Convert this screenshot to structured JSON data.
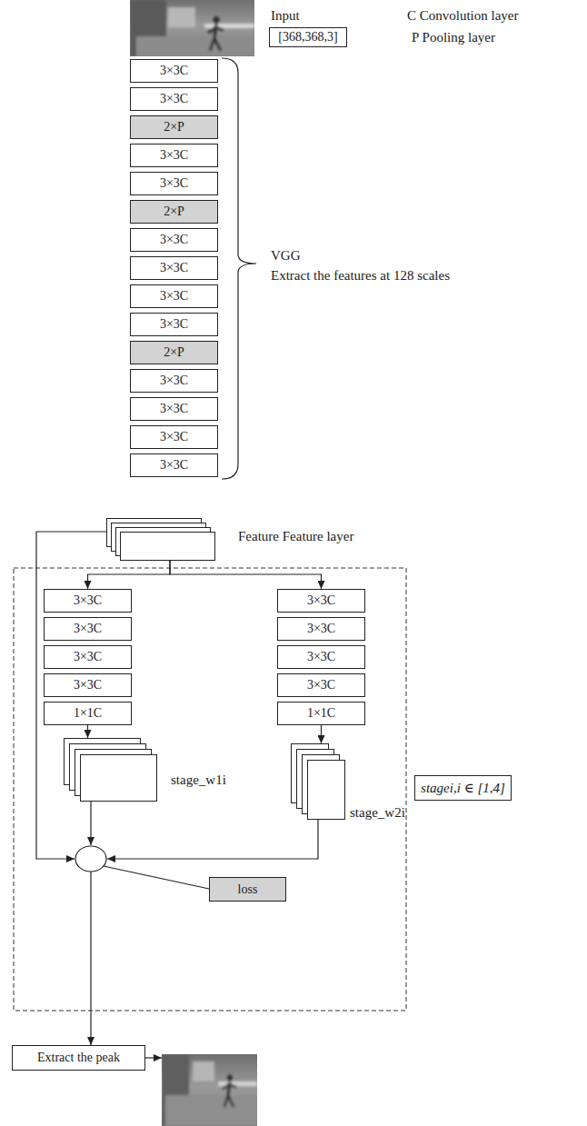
{
  "diagram": {
    "nodes": [
      {
        "text": [
          "[368,368,3]"
        ]
      },
      {
        "text": [
          "3×3C"
        ]
      },
      {
        "text": [
          "3×3C"
        ]
      },
      {
        "text": [
          "2×P"
        ]
      },
      {
        "text": [
          "3×3C"
        ]
      },
      {
        "text": [
          "3×3C"
        ]
      },
      {
        "text": [
          "2×P"
        ]
      },
      {
        "text": [
          "3×3C"
        ]
      },
      {
        "text": [
          "3×3C"
        ]
      },
      {
        "text": [
          "3×3C"
        ]
      },
      {
        "text": [
          "3×3C"
        ]
      },
      {
        "text": [
          "2×P"
        ]
      },
      {
        "text": [
          "3×3C"
        ]
      },
      {
        "text": [
          "3×3C"
        ]
      },
      {
        "text": [
          "3×3C"
        ]
      },
      {
        "text": [
          "3×3C"
        ]
      },
      {
        "text": [
          "Feature Feature layer"
        ]
      },
      {
        "text": [
          "3×3C"
        ]
      },
      {
        "text": [
          "3×3C"
        ]
      },
      {
        "text": [
          "3×3C"
        ]
      },
      {
        "text": [
          "3×3C"
        ]
      },
      {
        "text": [
          "1×1C"
        ]
      },
      {
        "text": [
          "3×3C"
        ]
      },
      {
        "text": [
          "3×3C"
        ]
      },
      {
        "text": [
          "3×3C"
        ]
      },
      {
        "text": [
          "3×3C"
        ]
      },
      {
        "text": [
          "1×1C"
        ]
      },
      {
        "text": [
          "stage_w1i"
        ]
      },
      {
        "text": [
          "stage_w2i"
        ]
      },
      {
        "text": [
          "stagei,i ∈ [1,4]"
        ]
      },
      {
        "text": [
          "loss"
        ]
      },
      {
        "text": [
          "Extract the peak"
        ]
      }
    ],
    "edges": [
      {
        "from": 16,
        "to": 17,
        "arrow": "to"
      },
      {
        "from": 16,
        "to": 22,
        "arrow": "to"
      },
      {
        "from": 21,
        "to": 27,
        "arrow": "to"
      },
      {
        "from": 26,
        "to": 28,
        "arrow": "to"
      }
    ],
    "labels": [
      "Input",
      "C Convolution layer",
      "P Pooling layer",
      "VGG",
      "Extract the features at 128 scales"
    ]
  }
}
